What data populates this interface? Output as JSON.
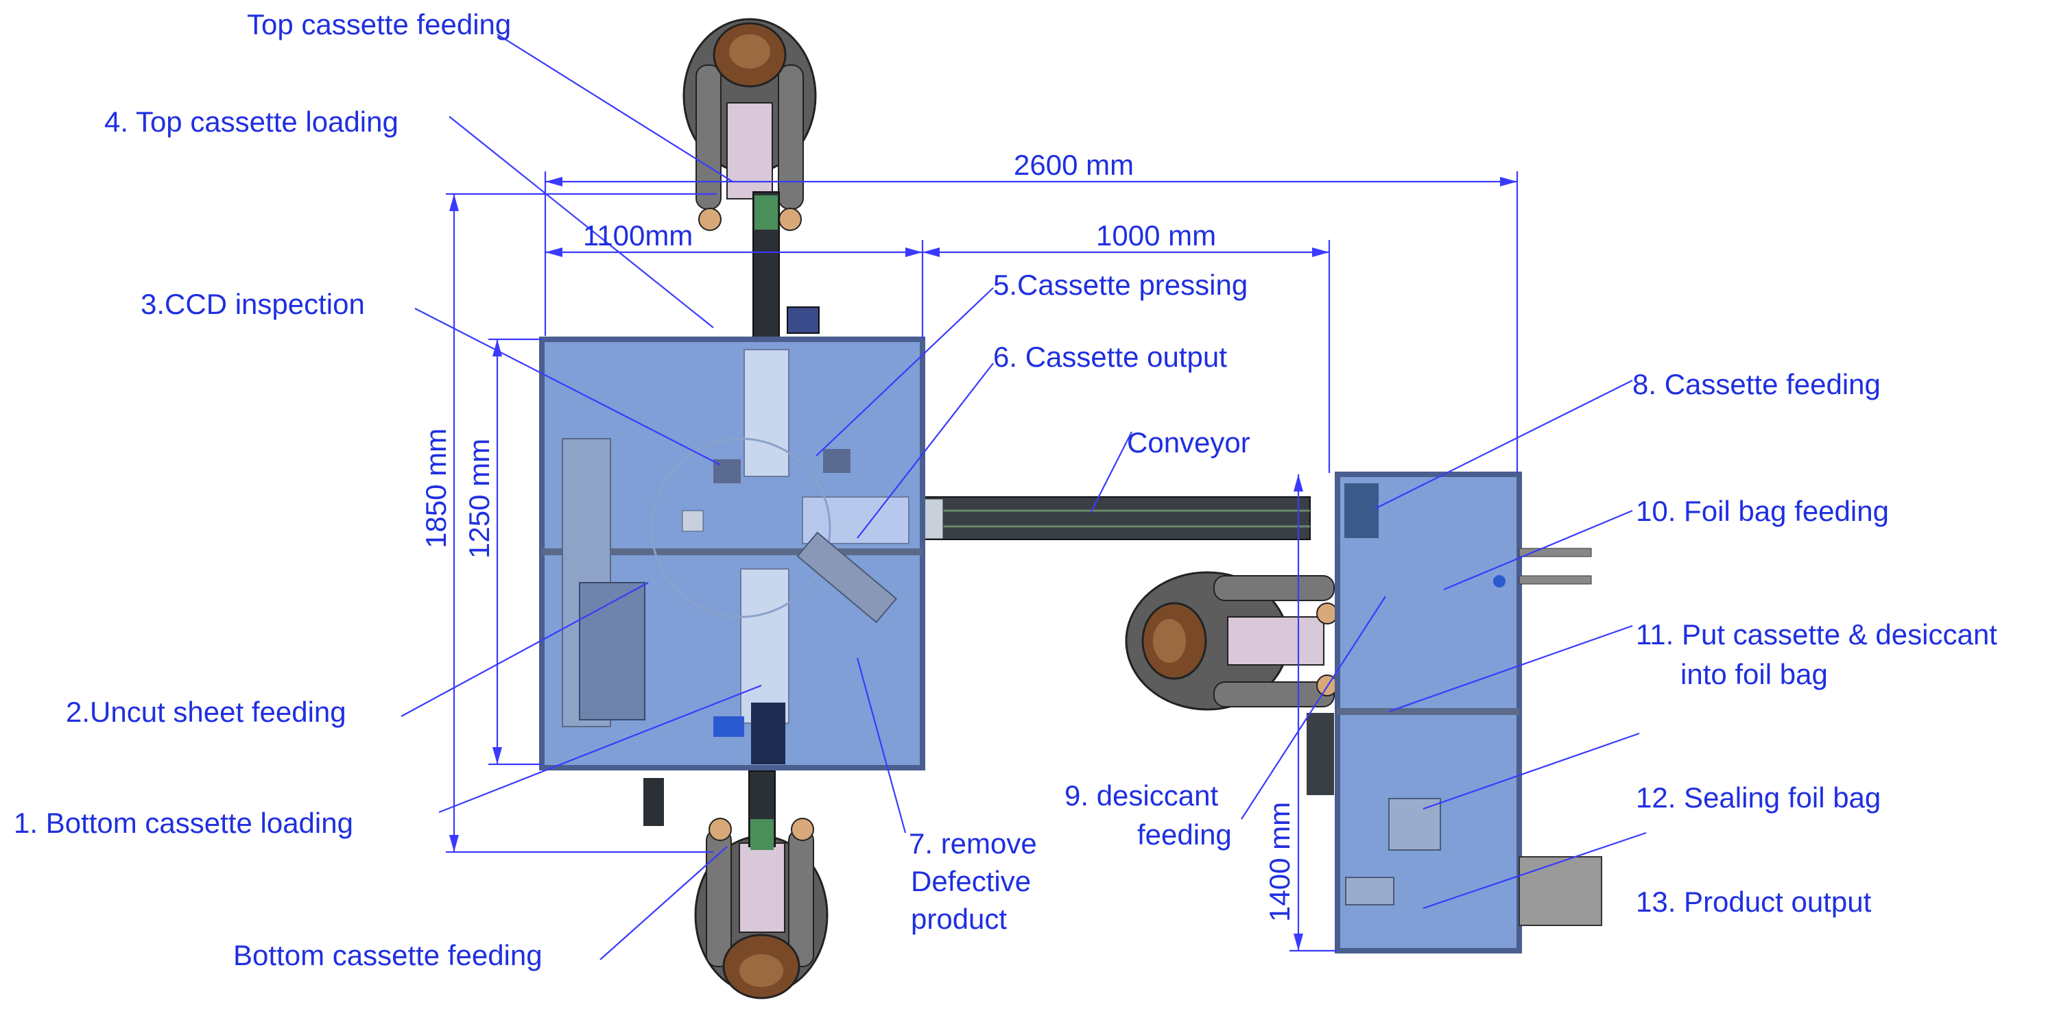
{
  "dimensions": {
    "overall_width": "2600 mm",
    "left_machine_width": "1100mm",
    "conveyor_length": "1000 mm",
    "overall_depth": "1850 mm",
    "left_machine_depth": "1250 mm",
    "right_machine_depth": "1400 mm"
  },
  "labels": {
    "top_cassette_feeding": "Top cassette feeding",
    "top_cassette_loading": "4. Top cassette loading",
    "ccd_inspection": "3.CCD inspection",
    "cassette_pressing": "5.Cassette pressing",
    "cassette_output": "6. Cassette output",
    "conveyor": "Conveyor",
    "cassette_feeding": "8. Cassette feeding",
    "foil_bag_feeding": "10. Foil bag feeding",
    "put_cassette_line1": "11. Put cassette & desiccant",
    "put_cassette_line2": "into foil bag",
    "uncut_sheet_feeding": "2.Uncut sheet feeding",
    "bottom_cassette_loading": "1.  Bottom cassette loading",
    "desiccant_line1": "9. desiccant",
    "desiccant_line2": "feeding",
    "remove_line1": "7. remove",
    "remove_line2": "Defective",
    "remove_line3": "product",
    "sealing_foil_bag": "12. Sealing foil bag",
    "product_output": "13. Product output",
    "bottom_cassette_feeding": "Bottom cassette feeding"
  },
  "colors": {
    "label": "#1f2fe0",
    "machine_fill": "#7f9fd6",
    "machine_frame": "#4a5f8f",
    "operator": "#6c6c6c"
  }
}
